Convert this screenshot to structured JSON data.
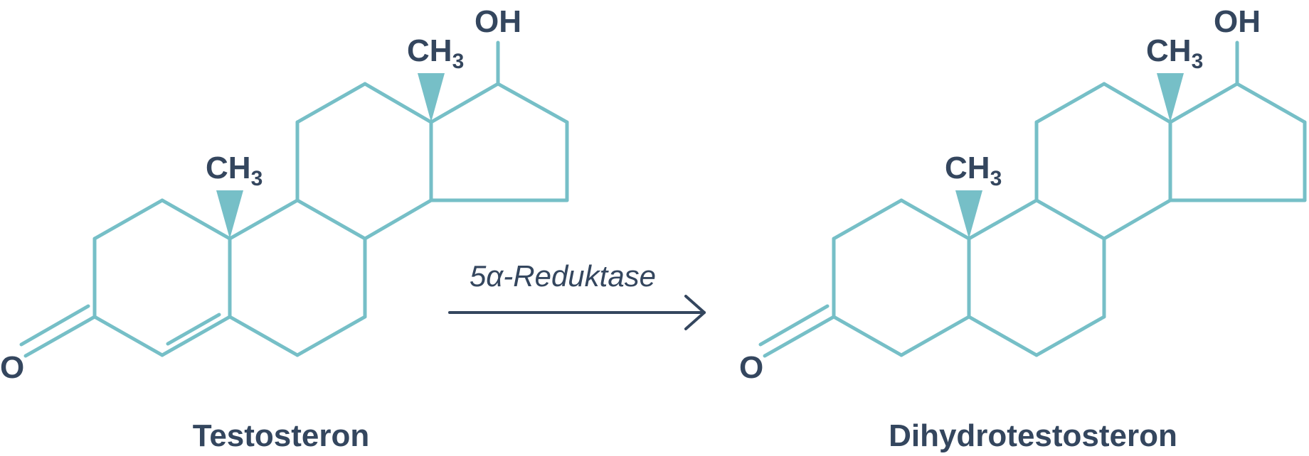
{
  "colors": {
    "bond": "#76bfc7",
    "text": "#34465e",
    "background": "#ffffff"
  },
  "reaction": {
    "enzyme_label": "5α-Reduktase"
  },
  "molecules": [
    {
      "name": "Testosteron",
      "substituents": {
        "hydroxyl": "OH",
        "methyl_c13_main": "CH",
        "methyl_c13_sub": "3",
        "methyl_c10_main": "CH",
        "methyl_c10_sub": "3",
        "ketone": "O"
      }
    },
    {
      "name": "Dihydrotestosteron",
      "substituents": {
        "hydroxyl": "OH",
        "methyl_c13_main": "CH",
        "methyl_c13_sub": "3",
        "methyl_c10_main": "CH",
        "methyl_c10_sub": "3",
        "ketone": "O"
      }
    }
  ]
}
